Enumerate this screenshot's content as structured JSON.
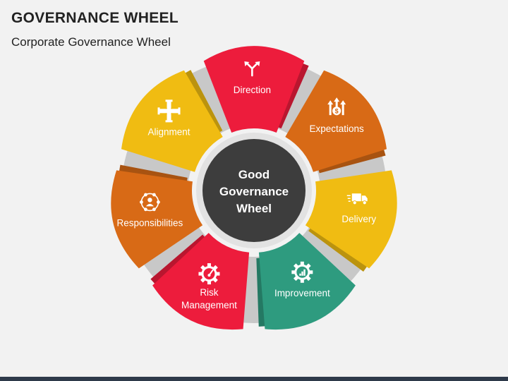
{
  "header": {
    "title": "GOVERNANCE WHEEL",
    "subtitle": "Corporate Governance Wheel"
  },
  "hub": {
    "lines": [
      "Good",
      "Governance",
      "Wheel"
    ],
    "color": "#3d3d3d"
  },
  "colors": {
    "gap": "#c8c8c8",
    "red": "#ed1c3c",
    "orange": "#d86a16",
    "yellow": "#f0bc12",
    "teal": "#2e9b7f"
  },
  "segments": [
    {
      "id": "direction",
      "lines": [
        "Direction"
      ],
      "color": "#ed1c3c",
      "icon": "direction-arrows-icon"
    },
    {
      "id": "expectations",
      "lines": [
        "Expectations"
      ],
      "color": "#d86a16",
      "icon": "money-growth-icon"
    },
    {
      "id": "delivery",
      "lines": [
        "Delivery"
      ],
      "color": "#f0bc12",
      "icon": "delivery-truck-icon"
    },
    {
      "id": "improvement",
      "lines": [
        "Improvement"
      ],
      "color": "#2e9b7f",
      "icon": "gear-chart-icon"
    },
    {
      "id": "risk-management",
      "lines": [
        "Risk",
        "Management"
      ],
      "color": "#ed1c3c",
      "icon": "gauge-gear-icon"
    },
    {
      "id": "responsibilities",
      "lines": [
        "Responsibilities"
      ],
      "color": "#d86a16",
      "icon": "person-network-icon"
    },
    {
      "id": "alignment",
      "lines": [
        "Alignment"
      ],
      "color": "#f0bc12",
      "icon": "hands-together-icon"
    }
  ]
}
